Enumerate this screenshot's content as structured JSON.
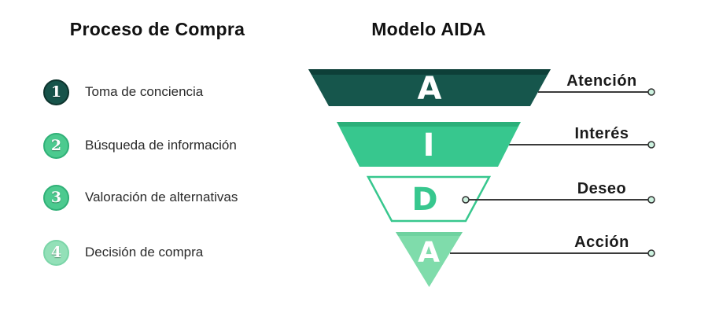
{
  "left_panel": {
    "title": "Proceso de Compra",
    "steps": [
      {
        "number": "1",
        "label": "Toma de conciencia",
        "badge_color": "#17534A"
      },
      {
        "number": "2",
        "label": "Búsqueda de información",
        "badge_color": "#4CCA8F"
      },
      {
        "number": "3",
        "label": "Valoración de alternativas",
        "badge_color": "#4CCA8F"
      },
      {
        "number": "4",
        "label": "Decisión de compra",
        "badge_color": "#93E0B8"
      }
    ]
  },
  "funnel": {
    "title": "Modelo AIDA",
    "levels": [
      {
        "letter": "A",
        "label": "Atención",
        "fill": "#16564C"
      },
      {
        "letter": "I",
        "label": "Interés",
        "fill": "#37C78E"
      },
      {
        "letter": "D",
        "label": "Deseo",
        "fill": "#FFFFFF",
        "outline": "#37C78E"
      },
      {
        "letter": "A",
        "label": "Acción",
        "fill": "#7FDCAB"
      }
    ]
  },
  "palette": {
    "dark_teal": "#16564C",
    "green": "#37C78E",
    "light_green": "#7FDCAB",
    "connector_line": "#3B3B3B",
    "endpoint_fill": "#CDF2E0",
    "text_dark": "#1B1B1B"
  }
}
